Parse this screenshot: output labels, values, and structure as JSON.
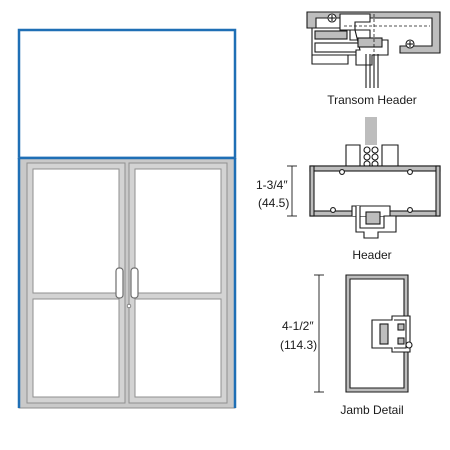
{
  "labels": {
    "transom_header": "Transom Header",
    "header": "Header",
    "header_dim_fraction": "1-3/4″",
    "header_dim_metric": "(44.5)",
    "jamb_detail": "Jamb Detail",
    "jamb_dim_fraction": "4-1/2″",
    "jamb_dim_metric": "(114.3)"
  },
  "colors": {
    "transom_outline": "#1f6fb5",
    "frame_fill": "#c9c9c9",
    "frame_stroke": "#9a9a9a",
    "profile_fill": "#bdbdbd",
    "line": "#1a1a1a"
  }
}
